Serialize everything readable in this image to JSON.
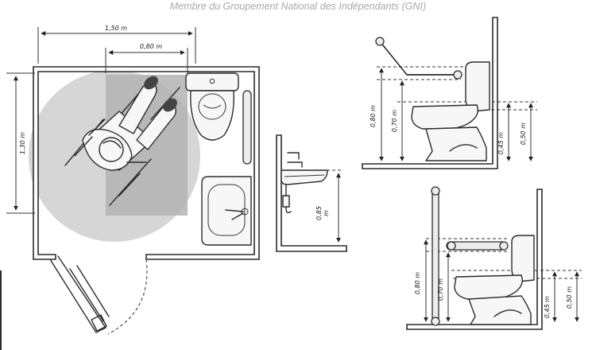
{
  "header": {
    "credit": "Membre du Groupement National des Indépendants (GNI)"
  },
  "plan": {
    "width_label": "1,50 m",
    "clearance_label": "0,80 m",
    "depth_label": "1,30 m"
  },
  "sink_elevation": {
    "height_label_top": "0,85",
    "height_label_unit": "m"
  },
  "toilet_angle_grab": {
    "bar_height_label": "0,80 m",
    "seat_top_label": "0,70 m",
    "seat_low_label": "0,45 m",
    "seat_high_label": "0,50 m"
  },
  "toilet_vertical_grab": {
    "bar_height_label": "0,80 m",
    "seat_top_label": "0,70 m",
    "seat_low_label": "0,45 m",
    "seat_high_label": "0,50 m"
  },
  "colors": {
    "circle": "#d6d6d6",
    "clearance_zone": "#b8b8b8",
    "ink": "#2b2b2b"
  }
}
